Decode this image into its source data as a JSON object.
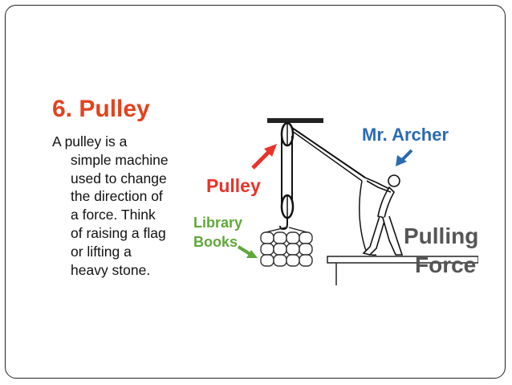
{
  "slide": {
    "title": "6. Pulley",
    "body_lines": [
      "A pulley is a",
      "simple machine",
      "used to change",
      "the direction of",
      "a force. Think",
      "of raising a flag",
      "or lifting a",
      "heavy stone."
    ]
  },
  "figure": {
    "labels": {
      "pulley": "Pulley",
      "mr_archer": "Mr. Archer",
      "library": "Library",
      "books": "Books",
      "pulling": "Pulling",
      "force": "Force"
    },
    "colors": {
      "pulley_label": "#e8332a",
      "archer_label": "#2b6bb0",
      "books_label": "#5fa83a",
      "force_label": "#555555",
      "title": "#e3421d"
    }
  }
}
